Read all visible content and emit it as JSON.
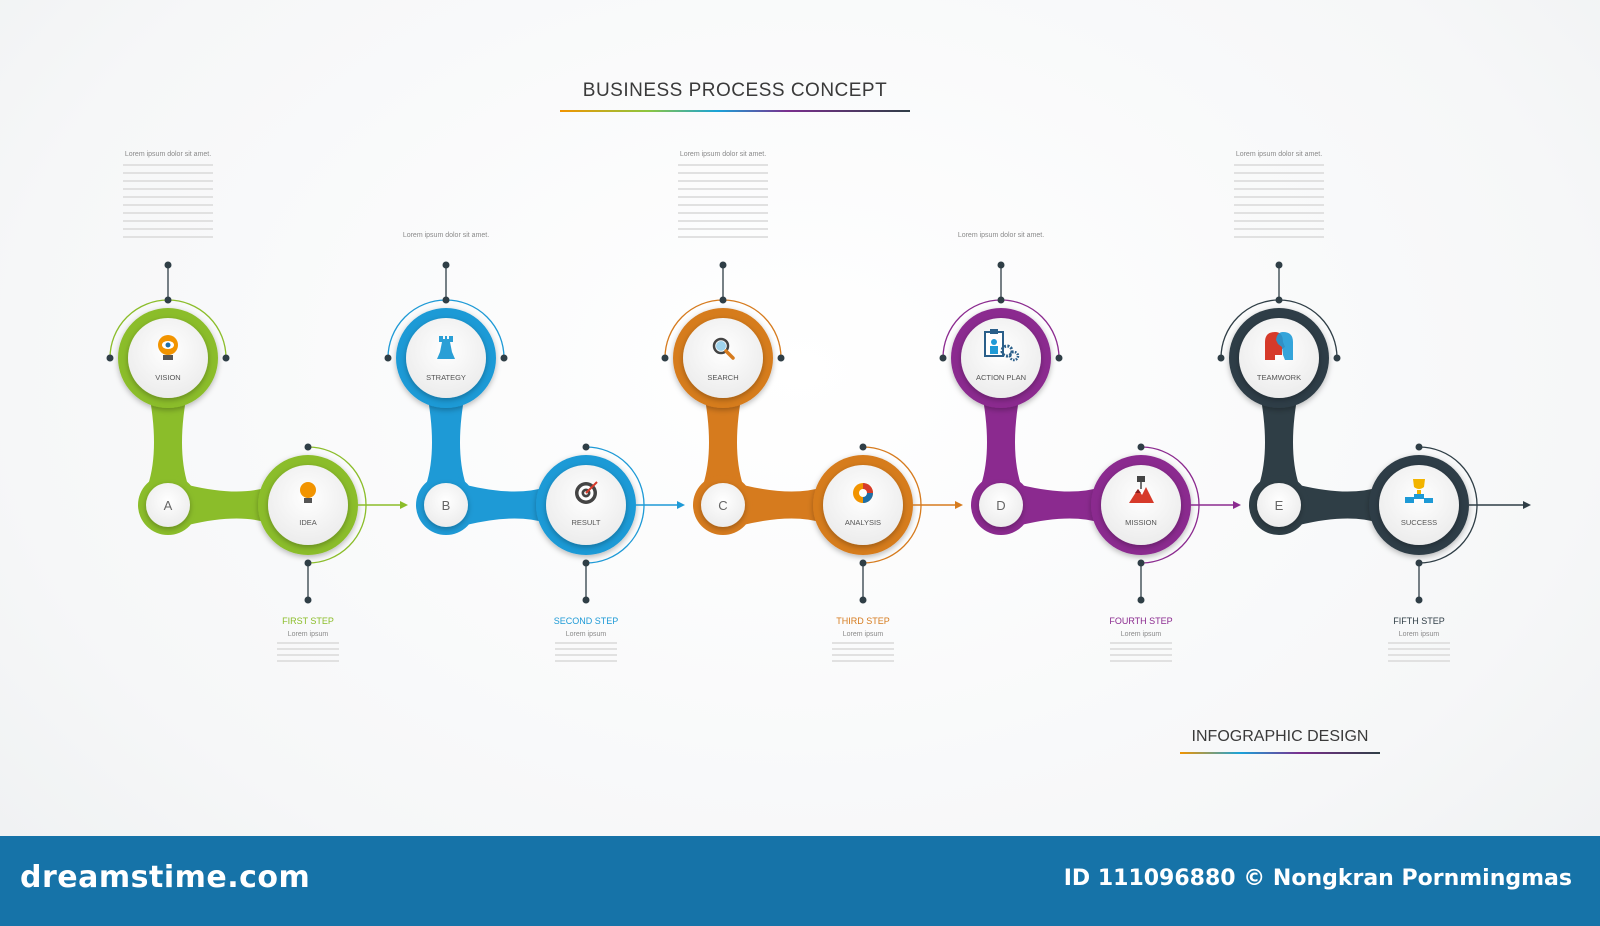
{
  "header": {
    "title": "BUSINESS PROCESS CONCEPT",
    "subtitle": "INFOGRAPHIC DESIGN"
  },
  "lorem_title": "Lorem ipsum dolor sit amet.",
  "lorem_short": "Lorem ipsum",
  "groups": [
    {
      "letter": "A",
      "color": "#8bbd2a",
      "top_label": "VISION",
      "top_icon": "lightbulb-eye-icon",
      "bottom_label": "IDEA",
      "bottom_icon": "lightbulb-icon",
      "step_name": "FIRST STEP"
    },
    {
      "letter": "B",
      "color": "#1e9ad6",
      "top_label": "STRATEGY",
      "top_icon": "chess-rook-icon",
      "bottom_label": "RESULT",
      "bottom_icon": "target-icon",
      "step_name": "SECOND STEP"
    },
    {
      "letter": "C",
      "color": "#d67b1e",
      "top_label": "SEARCH",
      "top_icon": "magnifier-icon",
      "bottom_label": "ANALYSIS",
      "bottom_icon": "pie-chart-icon",
      "step_name": "THIRD STEP"
    },
    {
      "letter": "D",
      "color": "#8b2a8f",
      "top_label": "ACTION PLAN",
      "top_icon": "clipboard-gears-icon",
      "bottom_label": "MISSION",
      "bottom_icon": "mountain-flag-icon",
      "step_name": "FOURTH STEP"
    },
    {
      "letter": "E",
      "color": "#2f3e46",
      "top_label": "TEAMWORK",
      "top_icon": "two-heads-icon",
      "bottom_label": "SUCCESS",
      "bottom_icon": "trophy-podium-icon",
      "step_name": "FIFTH STEP"
    }
  ],
  "footer": {
    "brand": "dreamstime.com",
    "credit": "ID 111096880 © Nongkran Pornmingmas"
  }
}
